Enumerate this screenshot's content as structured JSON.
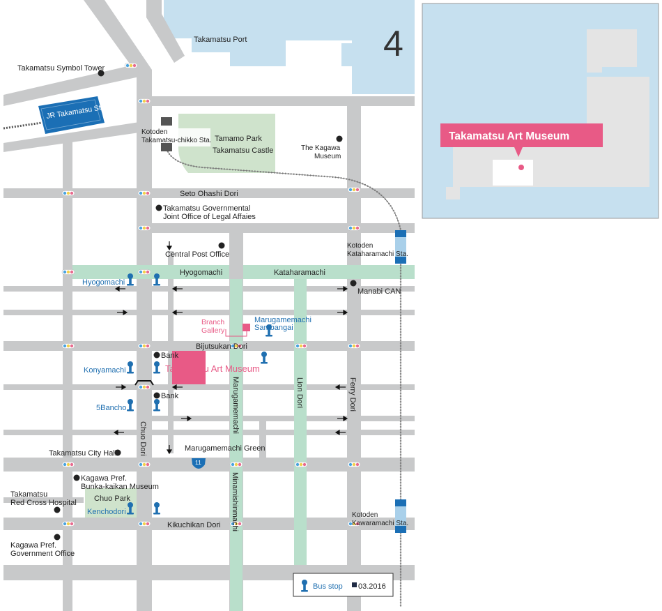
{
  "map": {
    "water": "Takamatsu Port",
    "compass": "4",
    "landmarks": {
      "symbol_tower": "Takamatsu Symbol Tower",
      "jr_station": "JR Takamatsu Sta.",
      "kotoden_chikko_1": "Kotoden",
      "kotoden_chikko_2": "Takamatsu-chikko Sta.",
      "tamamo_park": "Tamamo Park",
      "takamatsu_castle": "Takamatsu Castle",
      "kagawa_museum_1": "The Kagawa",
      "kagawa_museum_2": "Museum",
      "gov_joint_1": "Takamatsu Governmental",
      "gov_joint_2": "Joint Office of Legal Affaies",
      "central_post": "Central Post Office",
      "kataharamachi_sta_1": "Kotoden",
      "kataharamachi_sta_2": "Kataharamachi Sta.",
      "manabi_can": "Manabi CAN",
      "branch_gallery_1": "Branch",
      "branch_gallery_2": "Gallery",
      "art_museum": "Takamatsu Art Museum",
      "bank_1": "Bank",
      "bank_2": "Bank",
      "city_hall": "Takamatsu City Hall",
      "marugamemachi_green": "Marugamemachi Green",
      "bunka_kaikan_1": "Kagawa Pref.",
      "bunka_kaikan_2": "Bunka-kaikan Museum",
      "chuo_park": "Chuo Park",
      "red_cross_1": "Takamatsu",
      "red_cross_2": "Red Cross Hospital",
      "kawaramachi_sta_1": "Kotoden",
      "kawaramachi_sta_2": "Kawaramachi Sta.",
      "gov_office_1": "Kagawa Pref.",
      "gov_office_2": "Government Office"
    },
    "streets": {
      "seto_ohashi": "Seto Ohashi Dori",
      "hyogomachi": "Hyogomachi",
      "kataharamachi": "Kataharamachi",
      "bijutsukan": "Bijutsukan Dori",
      "marugamemachi": "Marugamemachi",
      "lion": "Lion Dori",
      "ferry": "Ferry Dori",
      "chuo": "Chuo Dori",
      "minamishinmachi": "Minamishinmachi",
      "kikuchikan": "Kikuchikan Dori",
      "route_number": "11"
    },
    "bus_stops": {
      "hyogomachi": "Hyogomachi",
      "marugamemachi_sambangai_1": "Marugamemachi",
      "marugamemachi_sambangai_2": "Sambangai",
      "konyamachi": "Konyamachi",
      "gobancho": "5Bancho",
      "kenchodori": "Kenchodori"
    },
    "legend": {
      "bus_stop": "Bus stop",
      "date": "03.2016"
    }
  },
  "inset": {
    "callout": "Takamatsu Art Museum"
  },
  "colors": {
    "water": "#c6e0ef",
    "road": "#c8c9ca",
    "green_street": "#b9dfcb",
    "park": "#cfe3cc",
    "museum_pink": "#e85a86",
    "bus_blue": "#1f6fb0",
    "station_blue": "#1b6fb5"
  }
}
